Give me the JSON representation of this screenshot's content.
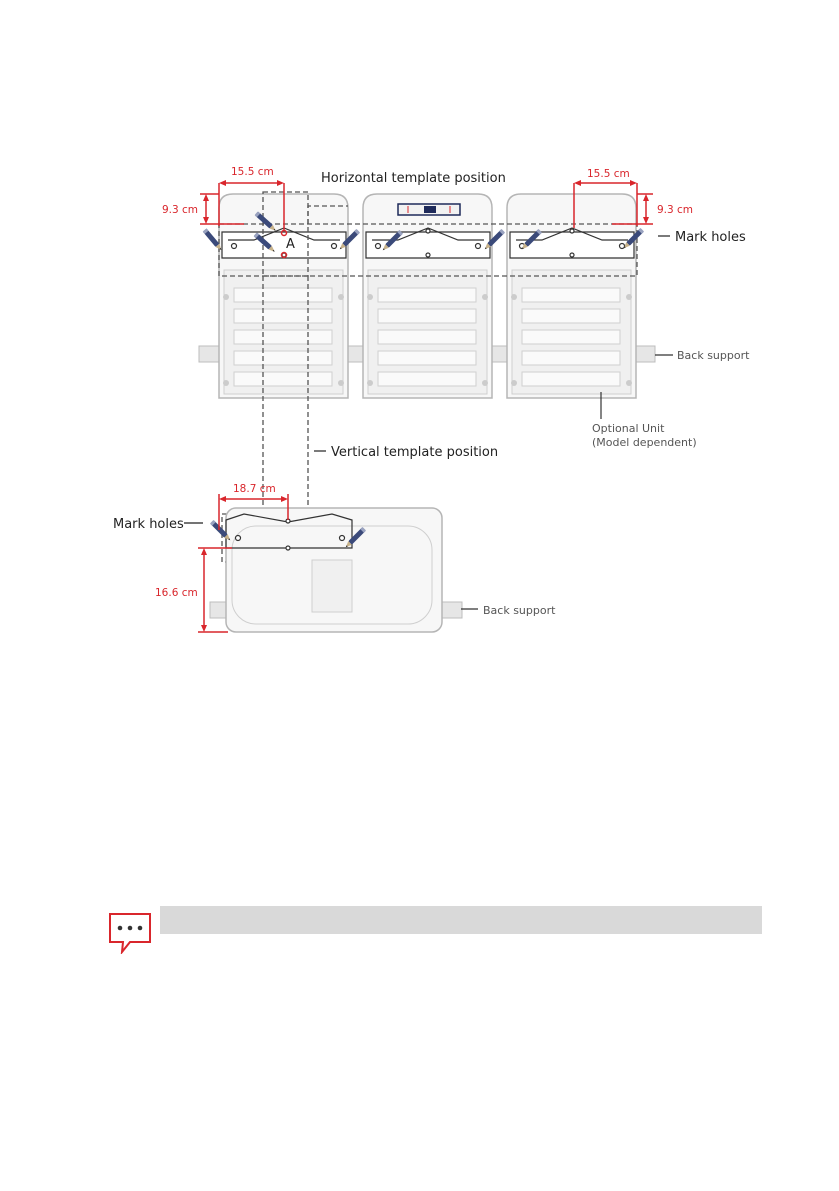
{
  "figure": {
    "horizontal_template_label": "Horizontal template position",
    "vertical_template_label": "Vertical template position",
    "mark_holes_right": "Mark holes",
    "mark_holes_left": "Mark holes",
    "back_support_top": "Back support",
    "back_support_bottom": "Back support",
    "optional_unit_line1": "Optional Unit",
    "optional_unit_line2": "(Model dependent)",
    "dim_top_left_width": "15.5 cm",
    "dim_top_left_height": "9.3 cm",
    "dim_top_right_width": "15.5 cm",
    "dim_top_right_height": "9.3 cm",
    "dim_bottom_width": "18.7 cm",
    "dim_bottom_height": "16.6 cm",
    "marker_a": "A"
  },
  "colors": {
    "dimension_red": "#d9262c",
    "unit_grey": "#c8c8c8",
    "note_bar": "#d9d9d9",
    "note_icon_red": "#d9262c",
    "pencil_blue": "#3b4a7a"
  },
  "icons": {
    "note": "speech-bubble-ellipsis-icon",
    "pencil": "pencil-icon"
  }
}
